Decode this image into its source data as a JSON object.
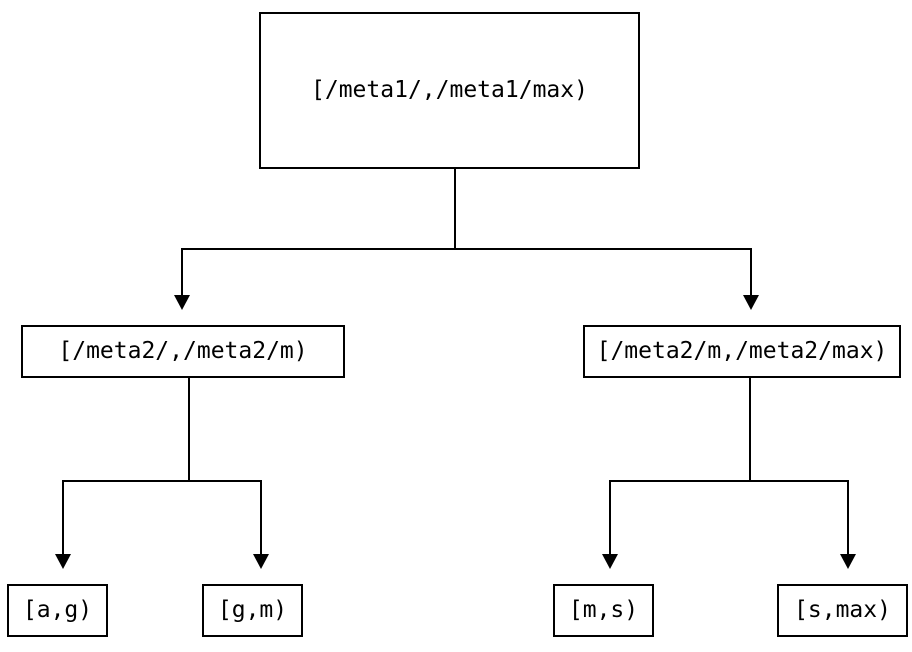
{
  "diagram": {
    "type": "binary-interval-tree",
    "colors": {
      "line": "#000000",
      "text": "#000000",
      "background": "#ffffff"
    },
    "nodes": {
      "root": {
        "label": "[/meta1/,/meta1/max)"
      },
      "level2_left": {
        "label": "[/meta2/,/meta2/m)"
      },
      "level2_right": {
        "label": "[/meta2/m,/meta2/max)"
      },
      "leaf_ag": {
        "label": "[a,g)"
      },
      "leaf_gm": {
        "label": "[g,m)"
      },
      "leaf_ms": {
        "label": "[m,s)"
      },
      "leaf_smax": {
        "label": "[s,max)"
      }
    },
    "tree": {
      "root": {
        "label": "[/meta1/,/meta1/max)",
        "children": [
          {
            "label": "[/meta2/,/meta2/m)",
            "children": [
              {
                "label": "[a,g)"
              },
              {
                "label": "[g,m)"
              }
            ]
          },
          {
            "label": "[/meta2/m,/meta2/max)",
            "children": [
              {
                "label": "[m,s)"
              },
              {
                "label": "[s,max)"
              }
            ]
          }
        ]
      }
    }
  }
}
